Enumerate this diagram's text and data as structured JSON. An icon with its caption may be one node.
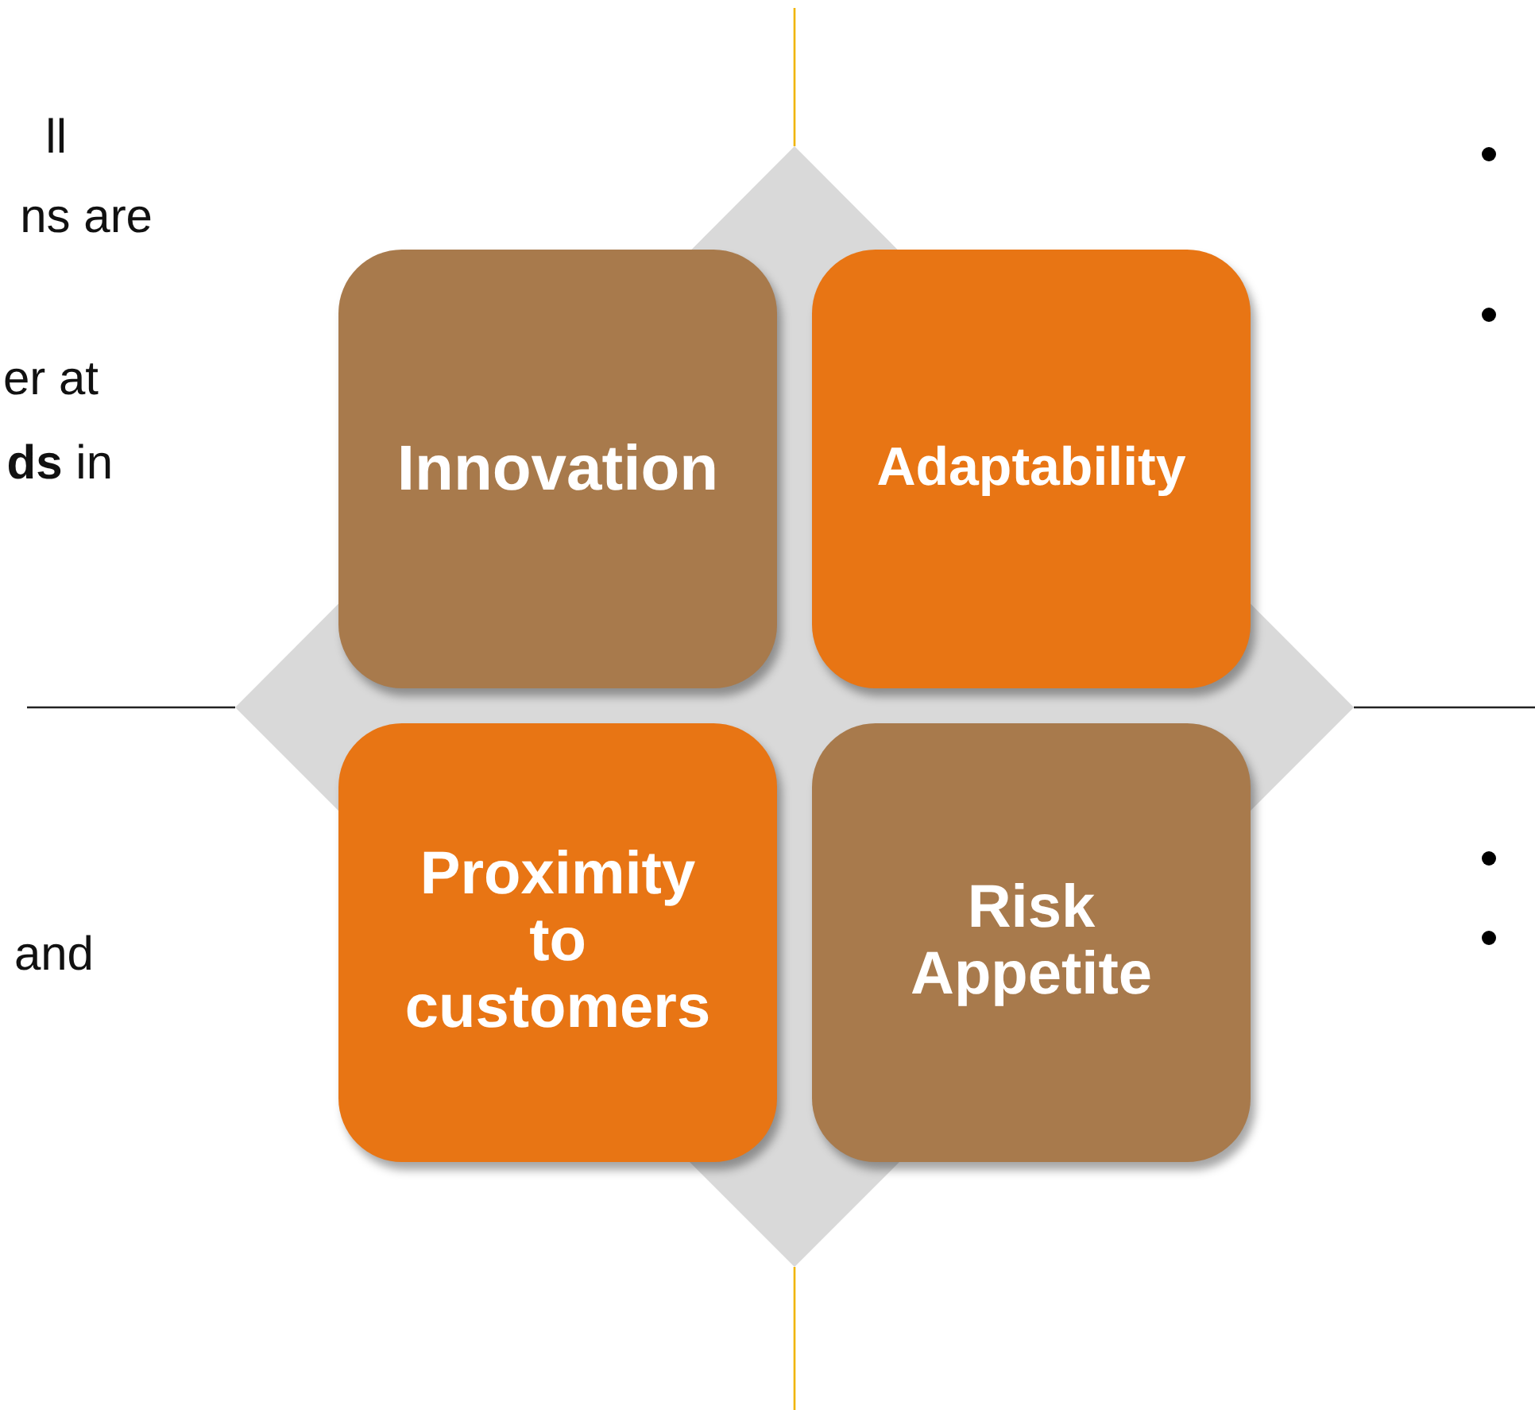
{
  "diagram": {
    "nodes": [
      {
        "text": [
          "Innovation"
        ]
      },
      {
        "text": [
          "Adaptability"
        ]
      },
      {
        "text": [
          "Proximity to customers"
        ]
      },
      {
        "text": [
          "Risk Appetite"
        ]
      }
    ],
    "labels": [
      "ll",
      "ns are",
      "er at",
      "**ds** in",
      "and"
    ]
  }
}
